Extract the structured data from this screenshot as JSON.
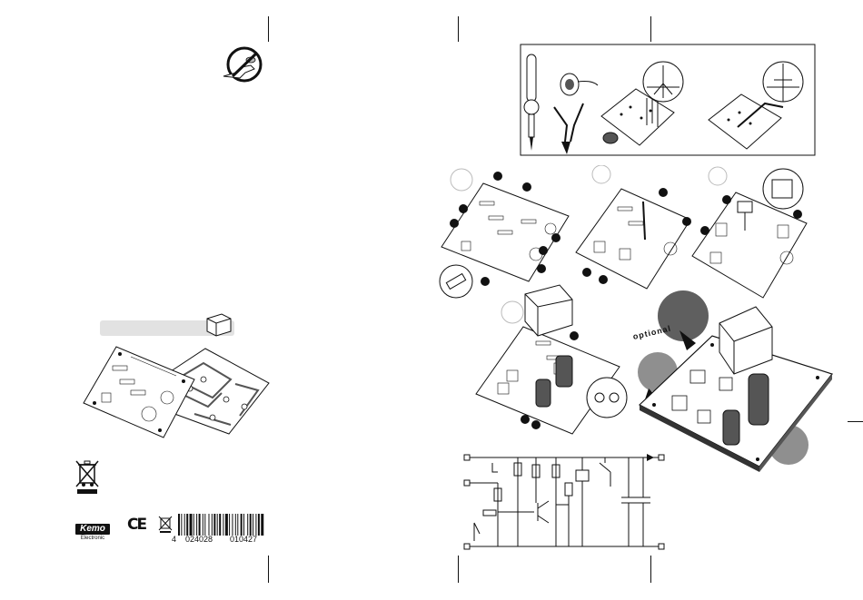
{
  "branding": {
    "logo_text": "Kemo",
    "logo_subtext": "Electronic",
    "ce_mark": "CE"
  },
  "barcode": {
    "digit_lead": "4",
    "digit_group_1": "024028",
    "digit_group_2": "010427"
  },
  "labels": {
    "optional": "optional"
  },
  "colors": {
    "ink": "#111111",
    "grey_bar": "#e2e2e2",
    "dark_badge": "#5f5f5f",
    "mid_badge": "#8f8f8f"
  }
}
